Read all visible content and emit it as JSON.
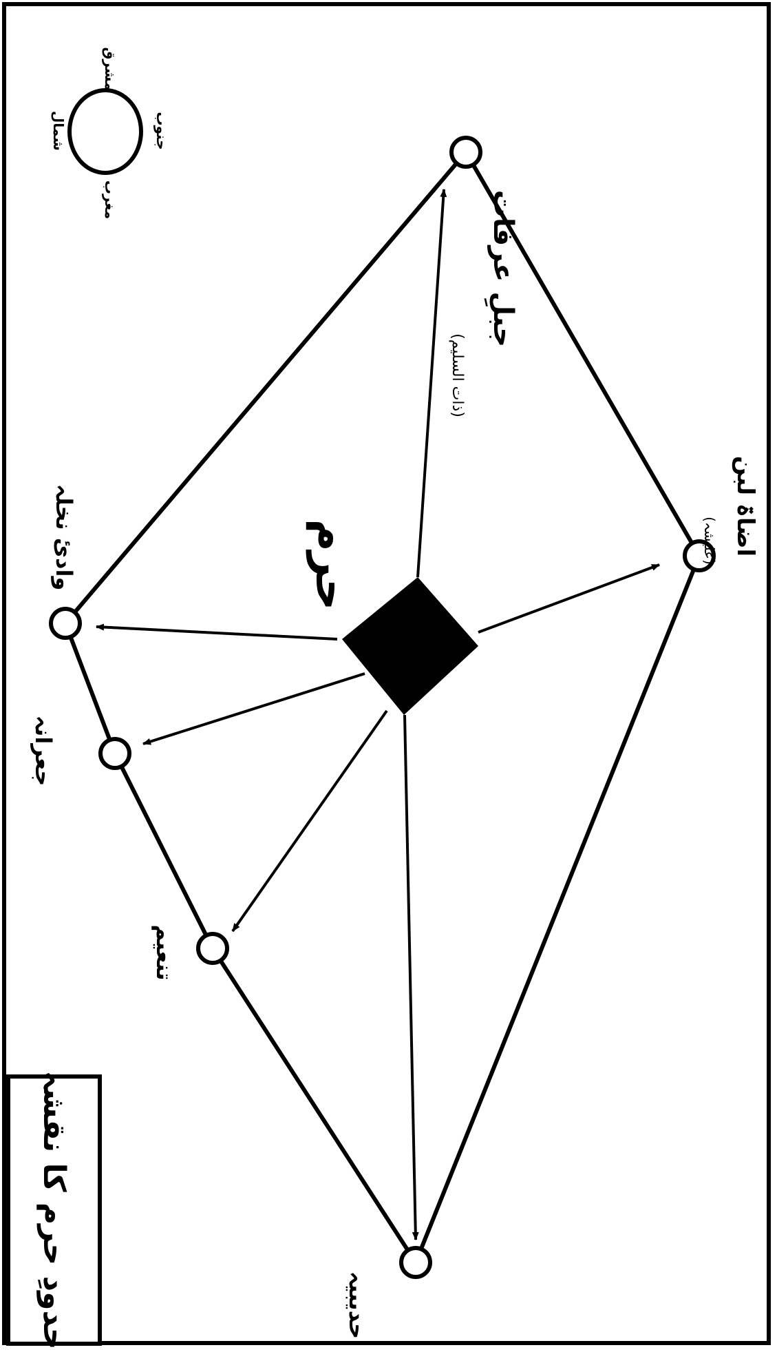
{
  "title": "حدودِ حرم کا نقشہ",
  "center": {
    "label": "حرم",
    "name": "kaaba"
  },
  "compass": {
    "north": "شمال",
    "south": "جنوب",
    "east": "مشرق",
    "west": "مغرب"
  },
  "points": [
    {
      "name": "jabal-arafat",
      "label": "جبلِ عرفات",
      "sub": "(ذات السلیم)"
    },
    {
      "name": "adat-laban",
      "label": "اضاۃ لبن",
      "sub": "(علیشہ)"
    },
    {
      "name": "wadi-nakhla",
      "label": "وادیٔ نخلہ",
      "sub": ""
    },
    {
      "name": "jiranah",
      "label": "جعرانہ",
      "sub": ""
    },
    {
      "name": "tanim",
      "label": "تنعیم",
      "sub": ""
    },
    {
      "name": "hudaybiyah",
      "label": "حدیبیہ",
      "sub": ""
    }
  ],
  "colors": {
    "ink": "#000000",
    "paper": "#ffffff"
  }
}
